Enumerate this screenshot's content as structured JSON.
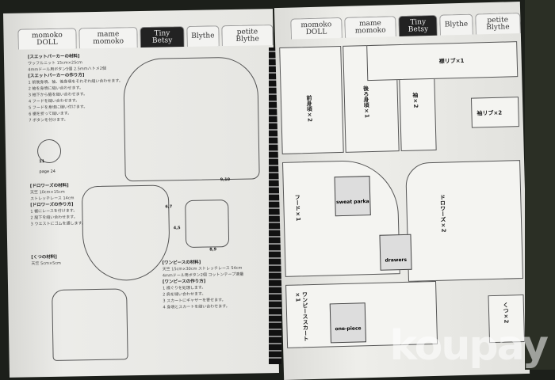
{
  "tabs": [
    "momoko DOLL",
    "mame momoko",
    "Tiny Betsy",
    "Blythe",
    "petite Blythe"
  ],
  "active_tab": "Tiny Betsy",
  "left": {
    "sections": [
      {
        "title": "[スエットパーカーの材料]",
        "lines": [
          "ワッフルニット 15cm×25cm",
          "4mmドール用ボタン5個 2.5mmハトメ2個"
        ]
      },
      {
        "title": "[スエットパーカーの作り方]",
        "lines": [
          "1 前後身頃、袖、後身頃をそれぞれ縫い合わせます。",
          "2 袖を身頃に縫い合わせます。",
          "3 袖下から脇を縫い合わせます。",
          "4 フードを縫い合わせます。",
          "5 フードを身頃に縫い付けます。",
          "6 裾を折って縫います。",
          "7 ボタンを付けます。"
        ]
      },
      {
        "title": "[ドロワーズの材料]",
        "lines": [
          "天竺 10cm×15cm",
          "ストレッチレース 14cm"
        ]
      },
      {
        "title": "[ドロワーズの作り方]",
        "lines": [
          "1 裾にレースを付けます。",
          "2 股下を縫い合わせます。",
          "3 ウエストにゴムを通します。"
        ]
      },
      {
        "title": "[くつの材料]",
        "lines": [
          "天竺 5cm×5cm"
        ]
      },
      {
        "title": "[ワンピースの材料]",
        "lines": [
          "天竺 15cm×30cm ストレッチレース 54cm",
          "4mmドール用ボタン2個 コットンテープ適量"
        ]
      },
      {
        "title": "[ワンピースの作り方]",
        "lines": [
          "1 襟ぐりを処理します。",
          "2 肩を縫い合わせます。",
          "3 スカートにギャザーを寄せます。",
          "4 身頃とスカートを縫い合わせます。"
        ]
      }
    ],
    "page_ref": "page 24",
    "numbers": [
      "9,10",
      "6,7",
      "4,5",
      "8,9",
      "11"
    ]
  },
  "right": {
    "pieces": [
      "前身頃×2",
      "後ろ身頃×1",
      "袖×2",
      "襟リブ×1",
      "袖リブ×2",
      "フード×1",
      "ドロワーズ×2",
      "ワンピーススカート×1",
      "くつ×2"
    ],
    "thumbs": [
      "sweat parka",
      "drawers",
      "one-piece"
    ]
  },
  "watermark": "koupay"
}
